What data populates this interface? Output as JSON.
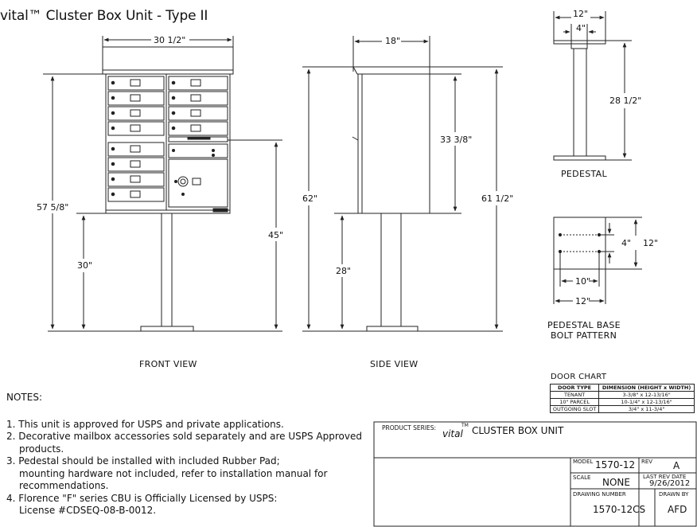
{
  "title": "vital™ Cluster Box Unit - Type II",
  "views": {
    "front": {
      "label": "FRONT VIEW",
      "width": "30 1/2\"",
      "overall_height": "57 5/8\"",
      "pedestal_height": "30\"",
      "right_height": "45\""
    },
    "side": {
      "label": "SIDE VIEW",
      "depth": "18\"",
      "overall_height": "62\"",
      "box_height": "33 3/8\"",
      "pedestal_height": "28\"",
      "right_height": "61 1/2\""
    },
    "pedestal": {
      "label": "PEDESTAL",
      "top_width": "12\"",
      "inner_width": "4\"",
      "height": "28 1/2\""
    },
    "base": {
      "label_line1": "PEDESTAL BASE",
      "label_line2": "BOLT PATTERN",
      "bolt_spacing_v": "4\"",
      "overall_v": "12\"",
      "bolt_spacing_h": "10\"",
      "overall_h": "12\""
    }
  },
  "door_chart": {
    "title": "DOOR CHART",
    "headers": [
      "DOOR TYPE",
      "DIMENSION (HEIGHT x WIDTH)"
    ],
    "rows": [
      {
        "type": "TENANT",
        "dim": "3-3/8\" x 12-13/16\""
      },
      {
        "type": "10\" PARCEL",
        "dim": "10-1/4\" x 12-13/16\""
      },
      {
        "type": "OUTGOING SLOT",
        "dim": "3/4\" x 11-3/4\""
      }
    ]
  },
  "notes": {
    "header": "NOTES:",
    "items": [
      {
        "line1": "1. This unit is approved for USPS and private applications."
      },
      {
        "line1": "2. Decorative mailbox accessories sold separately and are USPS Approved",
        "line2": "products."
      },
      {
        "line1": "3. Pedestal should be installed with included Rubber Pad;",
        "line2": "mounting hardware not included, refer to installation manual for",
        "line3": "recommendations."
      },
      {
        "line1": "4. Florence \"F\" series CBU is Officially Licensed by USPS:",
        "line2": "License #CDSEQ-08-B-0012."
      }
    ]
  },
  "title_block": {
    "product_series_label": "PRODUCT SERIES:",
    "product_brand": "vital",
    "product_tm": "TM",
    "product_name": "CLUSTER BOX UNIT",
    "model_label": "MODEL",
    "model_value": "1570-12",
    "rev_label": "REV",
    "rev_value": "A",
    "scale_label": "SCALE",
    "scale_value": "NONE",
    "last_rev_label": "LAST REV DATE",
    "last_rev_value": "9/26/2012",
    "drawing_number_label": "DRAWING NUMBER",
    "drawing_number_value": "1570-12CS",
    "drawn_by_label": "DRAWN BY",
    "drawn_by_value": "AFD"
  }
}
